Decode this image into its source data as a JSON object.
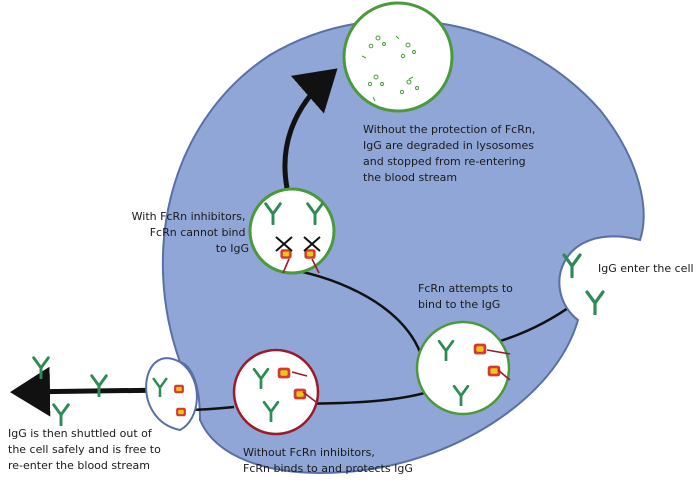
{
  "labels": {
    "degraded": [
      "Without the protection of FcRn,",
      "IgG are degraded in lysosomes",
      "and stopped from re-entering",
      "the blood stream"
    ],
    "inhibitors": [
      "With FcRn inhibitors,",
      "FcRn cannot bind",
      "to IgG"
    ],
    "enter": [
      "IgG enter the cell"
    ],
    "attempts": [
      "FcRn attempts to",
      "bind to the IgG"
    ],
    "shuttled": [
      "IgG is then shuttled out of",
      "the cell safely and is free to",
      "re-enter the blood stream"
    ],
    "protects": [
      "Without FcRn inhibitors,",
      "FcRn binds to and protects IgG"
    ]
  },
  "colors": {
    "cell": "#8fa6d6",
    "cell_border": "#5a6fa6",
    "igg": "#2e8b57",
    "fcrn": "#d23b2f",
    "green_ring": "#4a9a3c",
    "red_ring": "#9b1b2a",
    "arrow": "#111111"
  }
}
